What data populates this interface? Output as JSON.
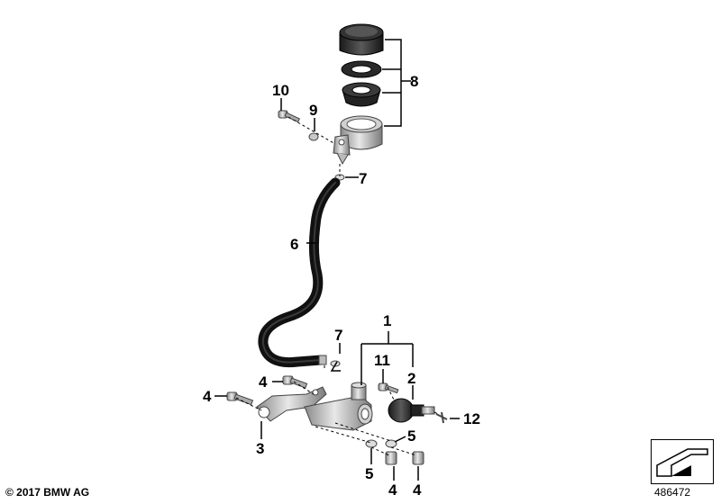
{
  "callouts": {
    "c1": "1",
    "c2": "2",
    "c3": "3",
    "c4a": "4",
    "c4b": "4",
    "c4c": "4",
    "c4d": "4",
    "c5a": "5",
    "c5b": "5",
    "c6": "6",
    "c7a": "7",
    "c7b": "7",
    "c8": "8",
    "c9": "9",
    "c10": "10",
    "c11": "11",
    "c12": "12"
  },
  "footer": {
    "copyright": "© 2017 BMW AG",
    "diagram_number": "486472"
  }
}
